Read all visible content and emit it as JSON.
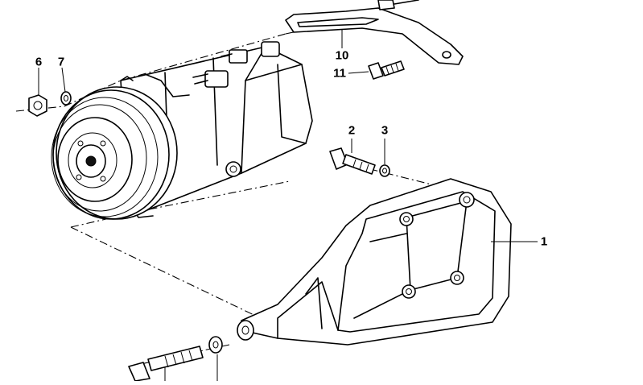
{
  "callouts": {
    "c1": "1",
    "c2": "2",
    "c3": "3",
    "c6": "6",
    "c7": "7",
    "c10": "10",
    "c11": "11"
  }
}
